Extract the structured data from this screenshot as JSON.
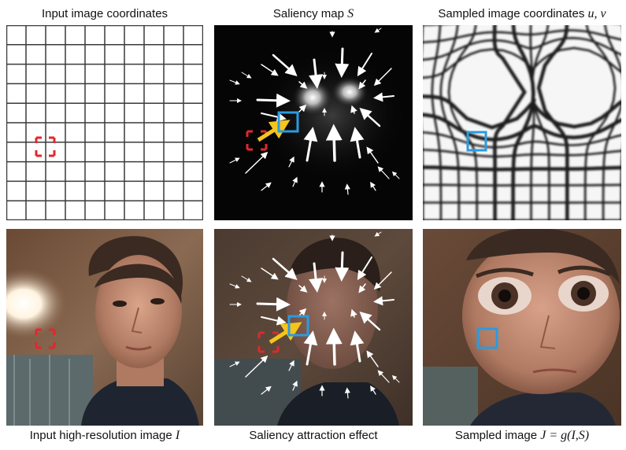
{
  "captions": {
    "top_left": "Input image coordinates",
    "top_mid_text": "Saliency map",
    "top_mid_sym": "S",
    "top_right_text": "Sampled image coordinates",
    "top_right_sym": "u, v",
    "bottom_left_text": "Input high-resolution image",
    "bottom_left_sym": "I",
    "bottom_mid": "Saliency attraction effect",
    "bottom_right_text": "Sampled image",
    "bottom_right_sym": "J = g(I,S)"
  },
  "colors": {
    "grid": "#3a3a3a",
    "red_marker": "#e0282e",
    "blue_marker": "#2a9be0",
    "yellow_arrow": "#f4c51c",
    "white_arrow": "#ffffff"
  },
  "panels": {
    "input_grid": {
      "content": "regular 10x10 grid"
    },
    "saliency_map": {
      "content": "black map with two bright blobs (eyes) and white attraction arrows"
    },
    "sampled_grid": {
      "content": "distorted grid warped toward salient regions"
    },
    "input_photo": {
      "content": "face photo"
    },
    "attraction_photo": {
      "content": "face photo with attraction arrows"
    },
    "sampled_photo": {
      "content": "face photo with magnified eyes"
    }
  }
}
